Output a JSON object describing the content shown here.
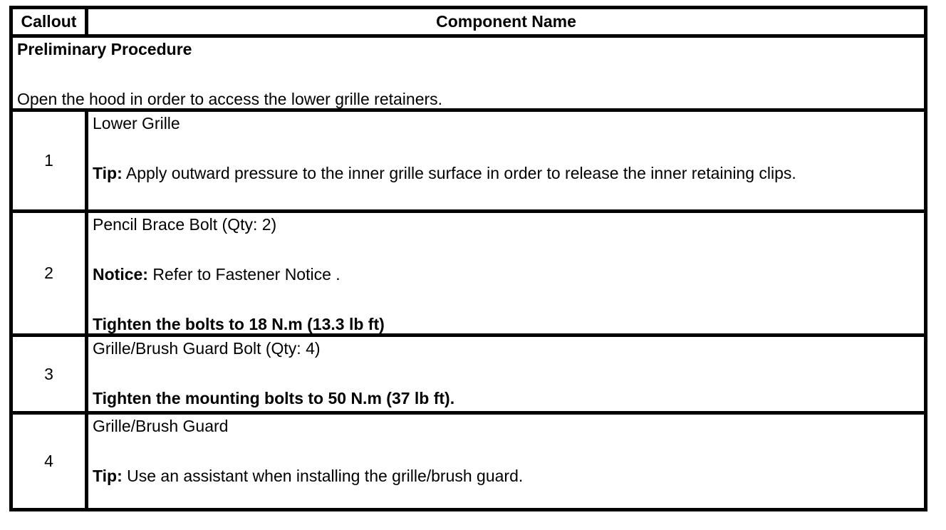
{
  "colors": {
    "background": "#ffffff",
    "border": "#000000",
    "text": "#000000"
  },
  "table": {
    "headers": [
      "Callout",
      "Component Name"
    ],
    "preliminary": {
      "title": "Preliminary Procedure",
      "instruction": "Open the hood in order to access the lower grille retainers."
    },
    "rows": [
      {
        "callout": "1",
        "component": "Lower Grille",
        "note_label": "Tip:",
        "note_text": " Apply outward pressure to the inner grille surface in order to release the inner retaining clips."
      },
      {
        "callout": "2",
        "component": "Pencil Brace Bolt (Qty: 2)",
        "note_label": "Notice:",
        "note_text": " Refer to Fastener Notice .",
        "torque": "Tighten the bolts to 18 N.m (13.3 lb ft)"
      },
      {
        "callout": "3",
        "component": "Grille/Brush Guard Bolt (Qty: 4)",
        "torque": "Tighten the mounting bolts to 50 N.m (37 lb ft)."
      },
      {
        "callout": "4",
        "component": "Grille/Brush Guard",
        "note_label": "Tip:",
        "note_text": " Use an assistant when installing the grille/brush guard."
      }
    ]
  }
}
